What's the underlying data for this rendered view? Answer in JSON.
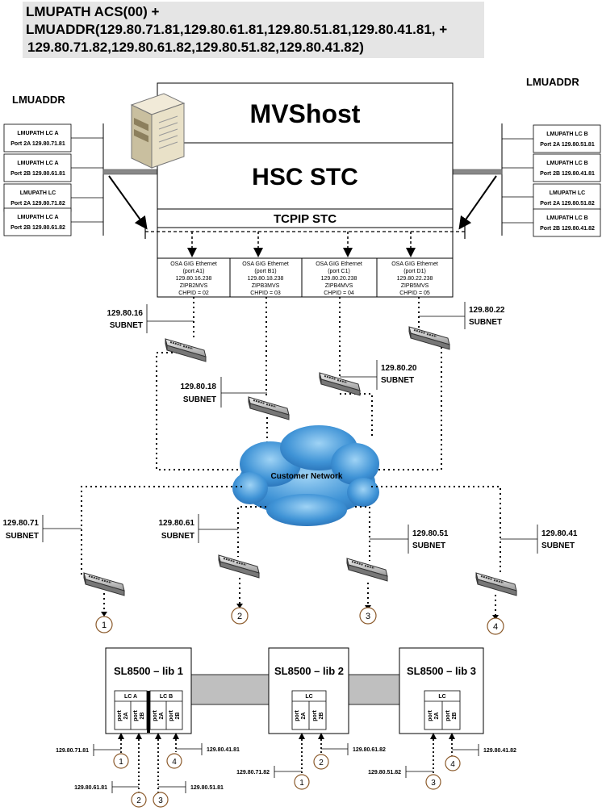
{
  "header": {
    "line1": "LMUPATH ACS(00) +",
    "line2": "LMUADDR(129.80.71.81,129.80.61.81,129.80.51.81,129.80.41.81, +",
    "line3": "129.80.71.82,129.80.61.82,129.80.51.82,129.80.41.82)"
  },
  "left_panel": {
    "title": "LMUADDR",
    "boxes": [
      {
        "line1": "LMUPATH LC A",
        "line2": "Port 2A 129.80.71.81"
      },
      {
        "line1": "LMUPATH LC A",
        "line2": "Port 2B 129.80.61.81"
      },
      {
        "line1": "LMUPATH LC",
        "line2": "Port 2A 129.80.71.82"
      },
      {
        "line1": "LMUPATH LC A",
        "line2": "Port 2B 129.80.61.82"
      }
    ]
  },
  "right_panel": {
    "title": "LMUADDR",
    "boxes": [
      {
        "line1": "LMUPATH  LC B",
        "line2": "Port 2A 129.80.51.81"
      },
      {
        "line1": "LMUPATH  LC B",
        "line2": "Port 2B 129.80.41.81"
      },
      {
        "line1": "LMUPATH  LC",
        "line2": "Port 2A 129.80.51.82"
      },
      {
        "line1": "LMUPATH  LC B",
        "line2": "Port 2B 129.80.41.82"
      }
    ]
  },
  "host": {
    "mvs": "MVShost",
    "hsc": "HSC STC",
    "tcpip": "TCPIP STC"
  },
  "osa": [
    {
      "l1": "OSA GIG Ethernet",
      "l2": "(port A1)",
      "l3": "129.80.16.238",
      "l4": "ZIPB2MVS",
      "l5": "CHPID = 02"
    },
    {
      "l1": "OSA GIG Ethernet",
      "l2": "(port B1)",
      "l3": "129.80.18.238",
      "l4": "ZIPB3MVS",
      "l5": "CHPID = 03"
    },
    {
      "l1": "OSA GIG Ethernet",
      "l2": "(port C1)",
      "l3": "129.80.20.238",
      "l4": "ZIPB4MVS",
      "l5": "CHPID = 04"
    },
    {
      "l1": "OSA GIG Ethernet",
      "l2": "(port D1)",
      "l3": "129.80.22.238",
      "l4": "ZIPB5MVS",
      "l5": "CHPID = 05"
    }
  ],
  "upper_subnets": [
    {
      "ip": "129.80.16",
      "label": "SUBNET"
    },
    {
      "ip": "129.80.18",
      "label": "SUBNET"
    },
    {
      "ip": "129.80.20",
      "label": "SUBNET"
    },
    {
      "ip": "129.80.22",
      "label": "SUBNET"
    }
  ],
  "cloud_label": "Customer Network",
  "lower_subnets": [
    {
      "ip": "129.80.71",
      "label": "SUBNET",
      "marker": "1"
    },
    {
      "ip": "129.80.61",
      "label": "SUBNET",
      "marker": "2"
    },
    {
      "ip": "129.80.51",
      "label": "SUBNET",
      "marker": "3"
    },
    {
      "ip": "129.80.41",
      "label": "SUBNET",
      "marker": "4"
    }
  ],
  "libraries": [
    {
      "name": "SL8500 – lib 1",
      "lc_a": "LC A",
      "lc_b": "LC B",
      "port": "port",
      "p2a": "2A",
      "p2b": "2B"
    },
    {
      "name": "SL8500 – lib 2",
      "lc": "LC",
      "port": "port",
      "p2a": "2A",
      "p2b": "2B"
    },
    {
      "name": "SL8500 – lib 3",
      "lc": "LC",
      "port": "port",
      "p2a": "2A",
      "p2b": "2B"
    }
  ],
  "port_ips": {
    "lib1_a": "129.80.71.81",
    "lib1_b": "129.80.61.81",
    "lib1_c": "129.80.51.81",
    "lib1_d": "129.80.41.81",
    "lib2_a": "129.80.71.82",
    "lib2_b": "129.80.61.82",
    "lib3_a": "129.80.51.82",
    "lib3_b": "129.80.41.82"
  },
  "markers": {
    "m1": "1",
    "m2": "2",
    "m3": "3",
    "m4": "4"
  },
  "colors": {
    "header_bg": "#e5e5e5",
    "marker": "#8b5a2b",
    "cloud": "#4a9fd8",
    "link_bar": "#bfbfbf"
  }
}
